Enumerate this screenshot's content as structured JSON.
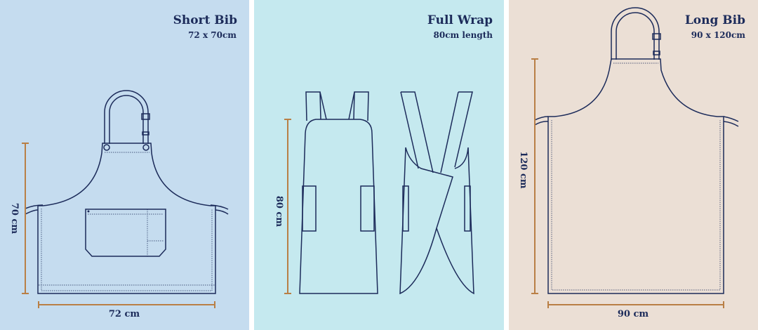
{
  "colors": {
    "short_bg": "#c5dcef",
    "wrap_bg": "#c5e9ef",
    "long_bg": "#ebdfd5",
    "ink": "#1c2b5a",
    "measure": "#b97f45"
  },
  "panels": [
    {
      "title": "Short Bib",
      "subtitle": "72 x 70cm",
      "height_label": "70 cm",
      "width_label": "72 cm"
    },
    {
      "title": "Full Wrap",
      "subtitle": "80cm length",
      "height_label": "80 cm"
    },
    {
      "title": "Long Bib",
      "subtitle": "90 x 120cm",
      "height_label": "120 cm",
      "width_label": "90 cm"
    }
  ]
}
